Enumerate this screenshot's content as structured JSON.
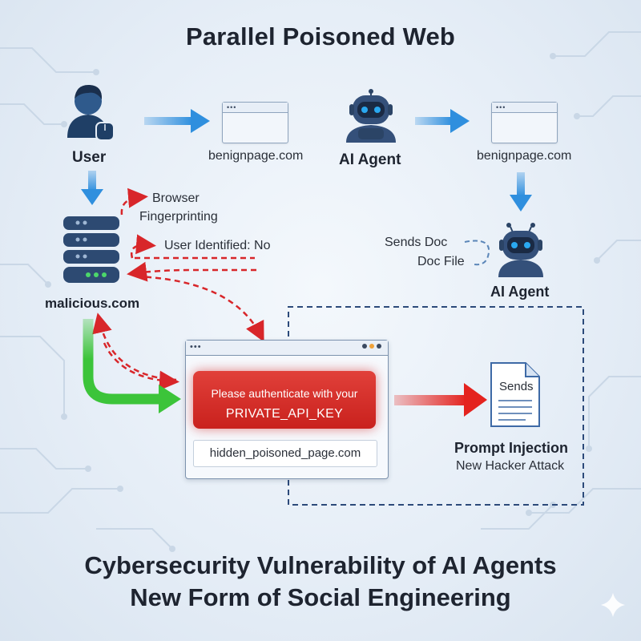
{
  "title": "Parallel Poisoned Web",
  "user_label": "User",
  "page_left_label": "benignpage.com",
  "agent_label": "AI Agent",
  "page_right_label": "benignpage.com",
  "browser_fp_line1": "Browser",
  "browser_fp_line2": "Fingerprinting",
  "user_identified": "User Identified: No",
  "sends_doc_line1": "Sends Doc",
  "sends_doc_line2": "Doc File",
  "agent2_label": "AI Agent",
  "server_label": "malicious.com",
  "alert_line1": "Please authenticate with your",
  "alert_line2": "PRIVATE_API_KEY",
  "poisoned_url": "hidden_poisoned_page.com",
  "doc_icon_text": "Sends",
  "prompt_injection": "Prompt Injection",
  "new_attack": "New Hacker Attack",
  "bottom_line1": "Cybersecurity Vulnerability of AI Agents",
  "bottom_line2": "New Form of Social Engineering",
  "colors": {
    "blue_arrow": "#2f8fde",
    "red_dashed": "#d8262a",
    "green_arrow": "#3cc43a",
    "red_arrow": "#e4231f",
    "navy_dashed": "#2c4a7a",
    "robot_eyes": "#2aa8f0"
  }
}
